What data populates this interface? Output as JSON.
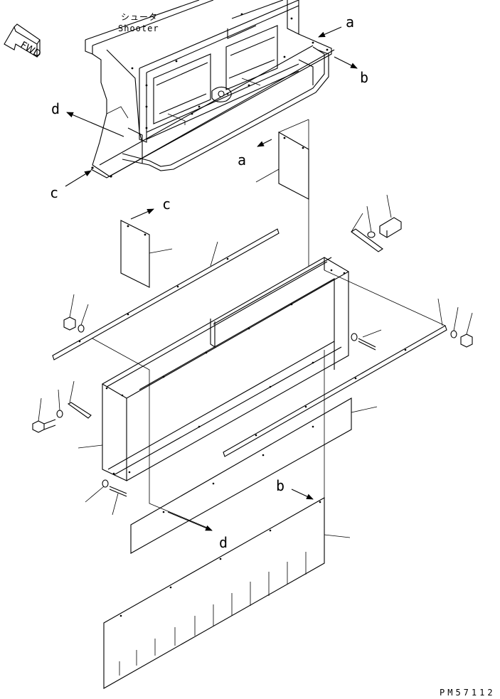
{
  "diagram": {
    "caption_jp": "シュータ",
    "caption_en": "Shooter",
    "fwd_label": "FWD",
    "drawing_code": "PM57112",
    "refs": {
      "a_top": "a",
      "b_top": "b",
      "c_top": "c",
      "d_top": "d",
      "a_plate": "a",
      "c_plate": "c",
      "b_cover": "b",
      "d_bottom": "d"
    }
  }
}
